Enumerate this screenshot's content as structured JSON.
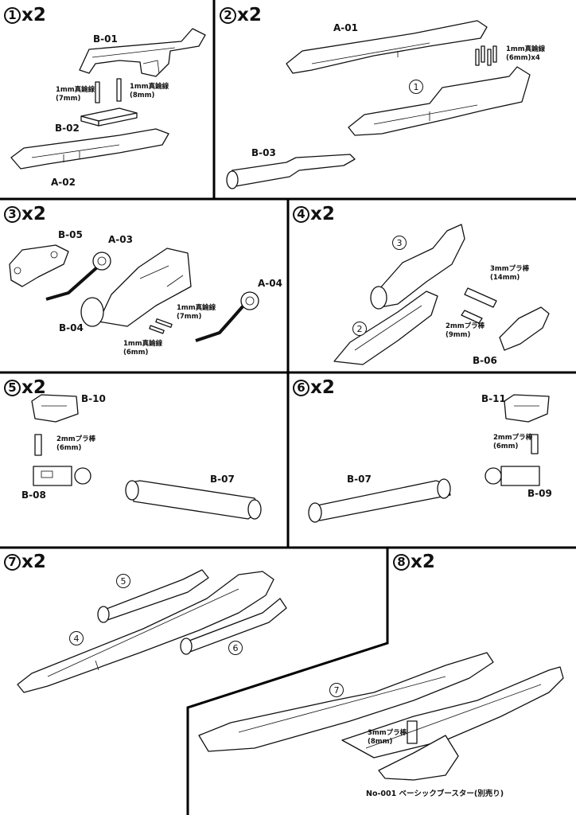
{
  "steps": [
    {
      "num": "1",
      "mult": "x2"
    },
    {
      "num": "2",
      "mult": "x2"
    },
    {
      "num": "3",
      "mult": "x2"
    },
    {
      "num": "4",
      "mult": "x2"
    },
    {
      "num": "5",
      "mult": "x2"
    },
    {
      "num": "6",
      "mult": "x2"
    },
    {
      "num": "7",
      "mult": "x2"
    },
    {
      "num": "8",
      "mult": "x2"
    }
  ],
  "step1": {
    "b01": "B-01",
    "b02": "B-02",
    "a02": "A-02",
    "wire7": "1mm真鍮線\n(7mm)",
    "wire8": "1mm真鍮線\n(8mm)"
  },
  "step2": {
    "a01": "A-01",
    "b03": "B-03",
    "wire6x4": "1mm真鍮線\n(6mm)x4",
    "ref1": "1"
  },
  "step3": {
    "b05": "B-05",
    "a03": "A-03",
    "a04": "A-04",
    "b04": "B-04",
    "wire7": "1mm真鍮線\n(7mm)",
    "wire6": "1mm真鍮線\n(6mm)"
  },
  "step4": {
    "ref3": "3",
    "ref2": "2",
    "b06": "B-06",
    "rod14": "3mmプラ棒\n(14mm)",
    "rod9": "2mmプラ棒\n(9mm)"
  },
  "step5": {
    "b10": "B-10",
    "b08": "B-08",
    "b07": "B-07",
    "rod6": "2mmプラ棒\n(6mm)"
  },
  "step6": {
    "b11": "B-11",
    "b09": "B-09",
    "b07": "B-07",
    "rod6": "2mmプラ棒\n(6mm)"
  },
  "step7": {
    "ref5": "5",
    "ref4": "4",
    "ref6": "6"
  },
  "step8": {
    "ref7": "7",
    "rod8": "3mmプラ棒\n(8mm)",
    "note": "No-001 ベーシックブースター(別売り)"
  }
}
